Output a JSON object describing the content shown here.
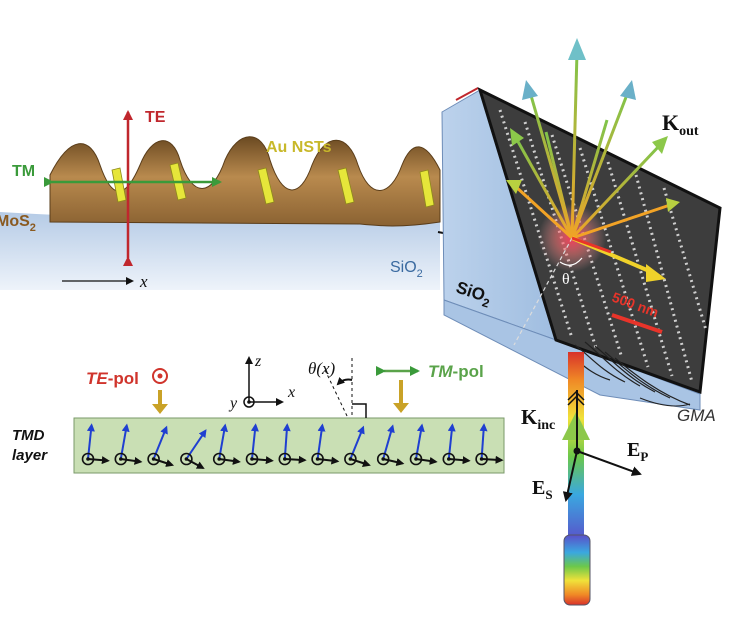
{
  "panel_a": {
    "te_label": "TE",
    "tm_label": "TM",
    "au_label": "Au NSTs",
    "mos2_label": "MoS",
    "mos2_sub": "2",
    "sio2_label": "SiO",
    "sio2_sub": "2",
    "x_label": "x"
  },
  "panel_b": {
    "kout_main": "K",
    "kout_sub": "out",
    "sio2_label": "SiO",
    "sio2_sub": "2",
    "scalebar_label": "500 nm",
    "theta": "θ",
    "gma_label": "GMA",
    "kinc_main": "K",
    "kinc_sub": "inc",
    "ep_main": "E",
    "ep_sub": "P",
    "es_main": "E",
    "es_sub": "S"
  },
  "panel_c": {
    "te_pol_italic": "TE",
    "te_pol_rest": "-pol",
    "tm_pol_italic": "TM",
    "tm_pol_rest": "-pol",
    "theta_x": "θ(x)",
    "axis_z": "z",
    "axis_y": "y",
    "axis_x": "x",
    "tmd_line1": "TMD",
    "tmd_line2": "layer"
  },
  "colors": {
    "te": "#c0272d",
    "tm": "#3a9a3a",
    "au": "#c8b82a",
    "tmd_fill": "#c9dfb4",
    "blue_arrow": "#1f3fd1",
    "gold_arrow": "#c9a227",
    "tm_pol_text": "#5aa34a",
    "te_pol_text": "#d0342c"
  }
}
